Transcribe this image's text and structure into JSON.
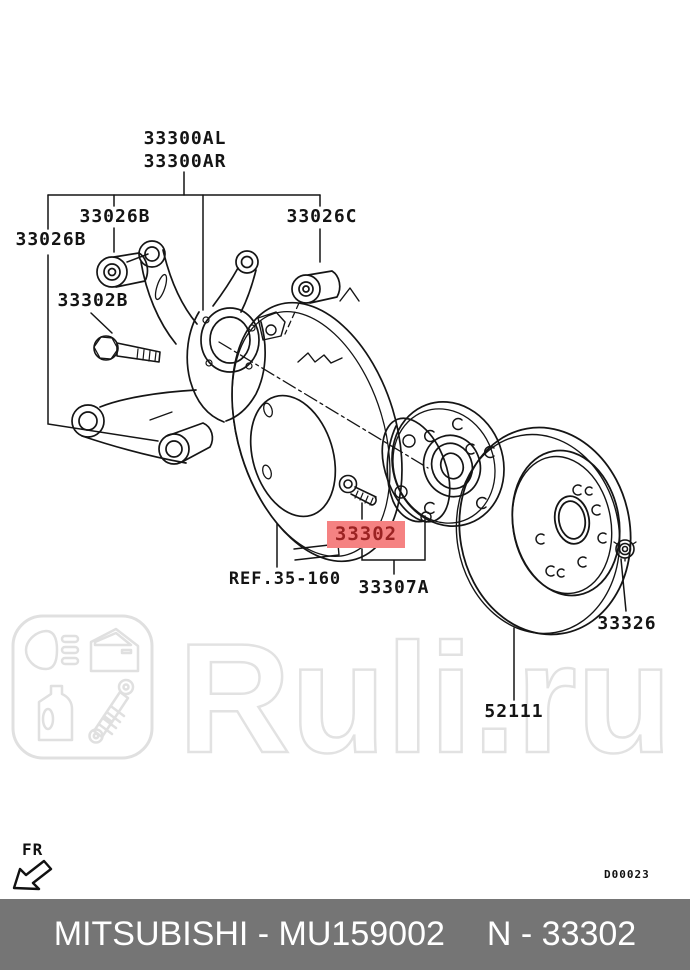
{
  "diagram": {
    "labels": {
      "assembly_line1": "33300AL",
      "assembly_line2": "33300AR",
      "bushing_front_upper": "33026B",
      "bushing_front_lower": "33026B",
      "bushing_rear": "33026C",
      "knuckle_bolt": "33302B",
      "highlighted_part": "33302",
      "reference": "REF.35-160",
      "hub_assembly": "33307A",
      "hub_nut": "33326",
      "brake_disc": "52111"
    },
    "direction_label": "FR",
    "drawing_number": "D00023",
    "highlight": {
      "background": "#f58282",
      "text_color": "#9b2323"
    },
    "line_color": "#151515"
  },
  "watermark": {
    "text": "Ruli.ru",
    "color": "#e3e3e3",
    "logo_icons": [
      "headlight-icon",
      "car-door-icon",
      "oil-canister-icon",
      "shock-absorber-icon"
    ]
  },
  "footer": {
    "left_text": "MITSUBISHI - MU159002",
    "right_text": "N - 33302",
    "background": "#757575",
    "text_color": "#ffffff"
  }
}
